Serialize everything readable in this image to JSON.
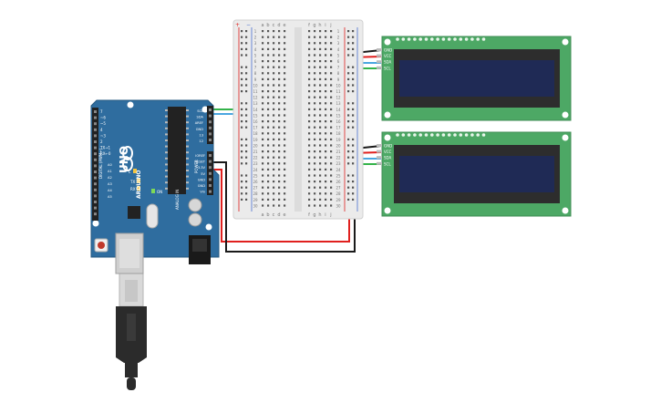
{
  "arduino": {
    "model": "UNO",
    "brand": "ARDUINO",
    "tx_label": "TX",
    "rx_label": "RX",
    "l_label": "L",
    "on_label": "ON",
    "digital_label": "DIGITAL (PWM~)",
    "power_label": "POWER",
    "analog_label": "ANALOG IN",
    "analog_pins": [
      "A0",
      "A1",
      "A2",
      "A3",
      "A4",
      "A5"
    ],
    "top_pins": [
      "SCL",
      "SDA",
      "AREF",
      "GND",
      "13",
      "12",
      "~11",
      "~10",
      "~9",
      "8"
    ],
    "power_pins": [
      "IOREF",
      "RESET",
      "3.3V",
      "5V",
      "GND",
      "GND",
      "Vin"
    ],
    "digital_pins": [
      "7",
      "~6",
      "~5",
      "4",
      "~3",
      "2",
      "TX→1",
      "RX←0"
    ]
  },
  "breadboard": {
    "columns_left": [
      "a",
      "b",
      "c",
      "d",
      "e"
    ],
    "columns_right": [
      "f",
      "g",
      "h",
      "i",
      "j"
    ],
    "rows": [
      "1",
      "2",
      "3",
      "4",
      "5",
      "6",
      "7",
      "8",
      "9",
      "10",
      "11",
      "12",
      "13",
      "14",
      "15",
      "16",
      "17",
      "18",
      "19",
      "20",
      "21",
      "22",
      "23",
      "24",
      "25",
      "26",
      "27",
      "28",
      "29",
      "30"
    ],
    "rail_plus": "+",
    "rail_minus": "−"
  },
  "lcd1": {
    "pins": [
      "GND",
      "VCC",
      "SDA",
      "SCL"
    ]
  },
  "lcd2": {
    "pins": [
      "GND",
      "VCC",
      "SDA",
      "SCL"
    ]
  },
  "colors": {
    "board": "#2f6d9f",
    "breadboard": "#ebebeb",
    "lcd_pcb": "#4da865",
    "lcd_screen": "#1f2a55",
    "wire_red": "#e0201e",
    "wire_black": "#1a1a1a",
    "wire_blue": "#4aa6e0",
    "wire_green": "#34b34a",
    "cable": "#2b2b2b"
  }
}
